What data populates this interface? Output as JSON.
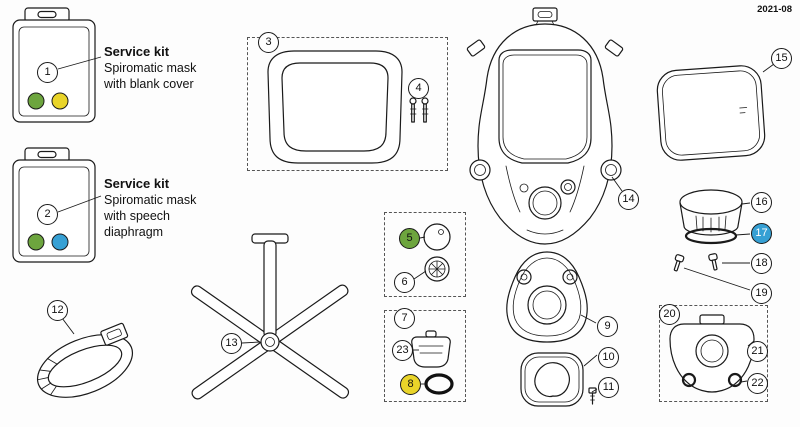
{
  "doc": {
    "revision": "2021-08"
  },
  "palette": {
    "green": "#6da53e",
    "yellow": "#e9d429",
    "blue": "#36a0d4",
    "white": "#ffffff",
    "line": "#1a1a1a"
  },
  "kits": [
    {
      "title": "Service kit",
      "lines": [
        "Spiromatic mask",
        "with blank cover"
      ]
    },
    {
      "title": "Service kit",
      "lines": [
        "Spiromatic mask",
        "with speech",
        "diaphragm"
      ]
    }
  ],
  "callouts": {
    "c1": {
      "label": "1"
    },
    "c2": {
      "label": "2"
    },
    "c3": {
      "label": "3"
    },
    "c4": {
      "label": "4"
    },
    "c5": {
      "label": "5",
      "highlight": "green"
    },
    "c6": {
      "label": "6"
    },
    "c7": {
      "label": "7"
    },
    "c8": {
      "label": "8",
      "highlight": "yellow"
    },
    "c9": {
      "label": "9"
    },
    "c10": {
      "label": "10"
    },
    "c11": {
      "label": "11"
    },
    "c12": {
      "label": "12"
    },
    "c13": {
      "label": "13"
    },
    "c14": {
      "label": "14"
    },
    "c15": {
      "label": "15"
    },
    "c16": {
      "label": "16"
    },
    "c17": {
      "label": "17",
      "highlight": "blue"
    },
    "c18": {
      "label": "18"
    },
    "c19": {
      "label": "19"
    },
    "c20": {
      "label": "20"
    },
    "c21": {
      "label": "21"
    },
    "c22": {
      "label": "22"
    },
    "c23": {
      "label": "23"
    }
  }
}
